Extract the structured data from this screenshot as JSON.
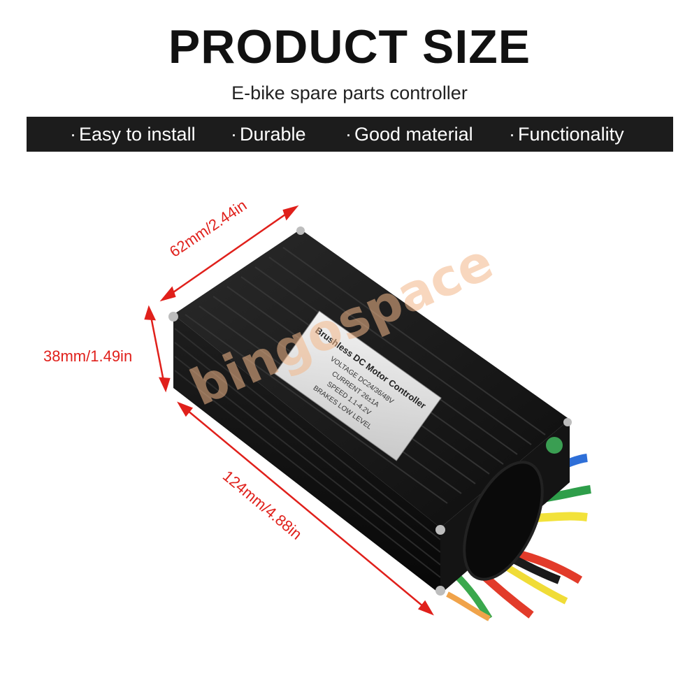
{
  "header": {
    "title": "PRODUCT SIZE",
    "subtitle": "E-bike spare parts controller"
  },
  "features": [
    {
      "bullet": "·",
      "label": "Easy to install"
    },
    {
      "bullet": "·",
      "label": "Durable"
    },
    {
      "bullet": "·",
      "label": "Good material"
    },
    {
      "bullet": "·",
      "label": "Functionality"
    }
  ],
  "dimensions": {
    "width": "62mm/2.44in",
    "height": "38mm/1.49in",
    "length": "124mm/4.88in"
  },
  "product_label": {
    "line1": "Brushless DC Motor Controller",
    "line2": "VOLTAGE DC24/36/48V",
    "line3": "CURRENT 26±1A",
    "line4": "SPEED 1.1-4.2V",
    "line5": "BRAKES LOW LEVEL"
  },
  "watermark": "bingospace",
  "colors": {
    "accent": "#e0201b",
    "bar": "#1c1c1c",
    "body": "#111111"
  },
  "wire_colors": [
    "#2e6fd8",
    "#2e9e4a",
    "#f2e23a",
    "#ffffff",
    "#e23b2a",
    "#1a1a1a",
    "#3aa84d",
    "#f0dc37"
  ]
}
